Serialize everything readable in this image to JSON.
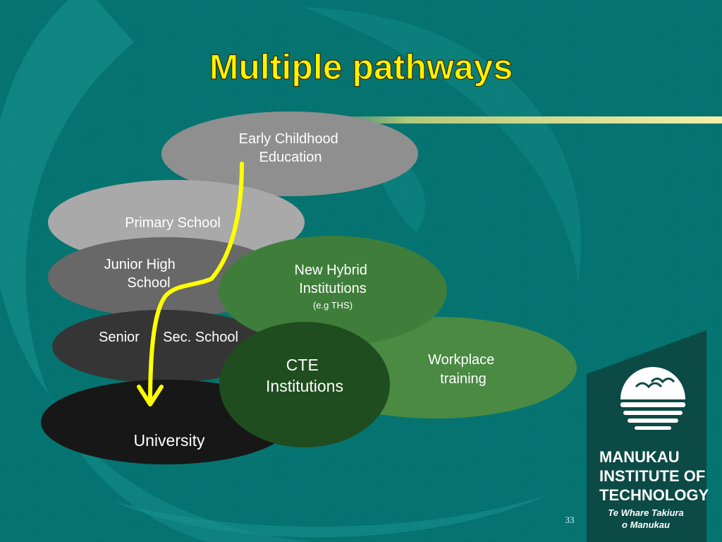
{
  "title": "Multiple pathways",
  "nodes": {
    "early_childhood": {
      "line1": "Early Childhood",
      "line2": "Education"
    },
    "primary_school": {
      "label": "Primary School"
    },
    "junior_high": {
      "line1": "Junior High",
      "line2": "School"
    },
    "senior_sec": {
      "label": "Senior      Sec. School"
    },
    "university": {
      "label": "University"
    },
    "new_hybrid": {
      "line1": "New Hybrid",
      "line2": "Institutions",
      "note": "(e.g THS)"
    },
    "cte": {
      "line1": "CTE",
      "line2": "Institutions"
    },
    "workplace": {
      "line1": "Workplace",
      "line2": "training"
    }
  },
  "logo": {
    "line1": "MANUKAU",
    "line2": "INSTITUTE OF",
    "line3": "TECHNOLOGY",
    "maori1": "Te Whare Takiura",
    "maori2": "o Manukau"
  },
  "page_number": "33",
  "colors": {
    "background": "#05726f",
    "title": "#fff200",
    "arrow": "#ffff00",
    "logo_panel": "#0b4a45"
  }
}
